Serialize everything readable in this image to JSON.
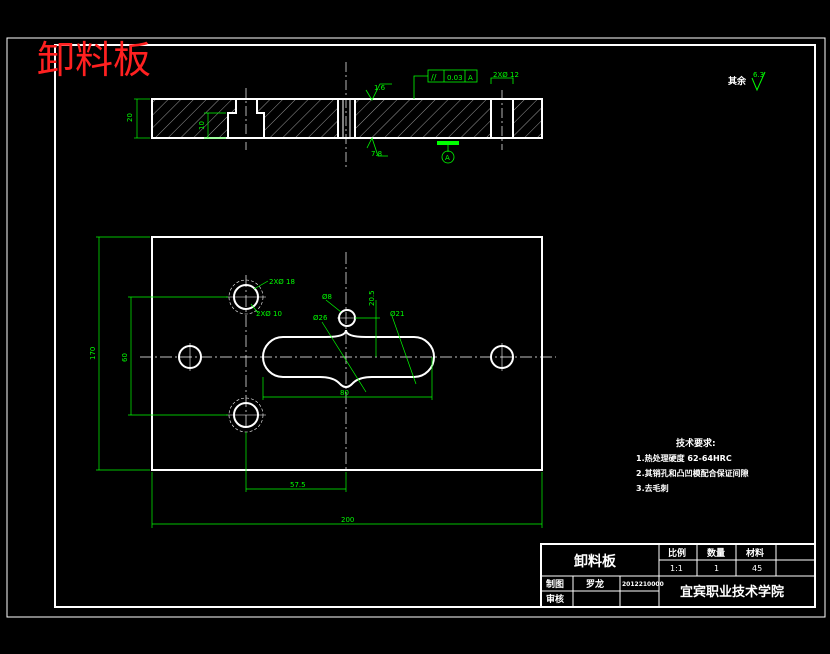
{
  "title_overlay": "卸料板",
  "surface_note": {
    "label": "其余",
    "value": "6.3"
  },
  "side_view": {
    "roughness_top": "1.6",
    "roughness_bottom": "7.8",
    "tolerance": {
      "symbol": "//",
      "value": "0.03",
      "datum": "A"
    },
    "hole_callout": "2XØ 12",
    "datum_label": "A",
    "dim_thickness": "20",
    "dim_pocket": "10"
  },
  "plan_view": {
    "callout_pins_1": "2XØ 18",
    "callout_pins_2": "2XØ 10",
    "dia_small": "Ø8",
    "dia_left": "Ø26",
    "dia_right": "Ø21",
    "dim_center": "20.5",
    "dim_height": "170",
    "dim_hole_pitch": "60",
    "dim_slot_width": "80",
    "dim_offset": "57.5",
    "dim_width": "200"
  },
  "tech_requirements": {
    "heading": "技术要求:",
    "items": [
      "1.热处理硬度 62-64HRC",
      "2.其销孔和凸凹模配合保证间隙",
      "3.去毛刺"
    ]
  },
  "title_block": {
    "part_name": "卸料板",
    "scale_label": "比例",
    "qty_label": "数量",
    "material_label": "材料",
    "scale_value": "1:1",
    "qty_value": "1",
    "material_value": "45",
    "drawn_label": "制图",
    "drawn_name": "罗龙",
    "drawing_no": "2012210000",
    "check_label": "审核",
    "school": "宜宾职业技术学院"
  }
}
